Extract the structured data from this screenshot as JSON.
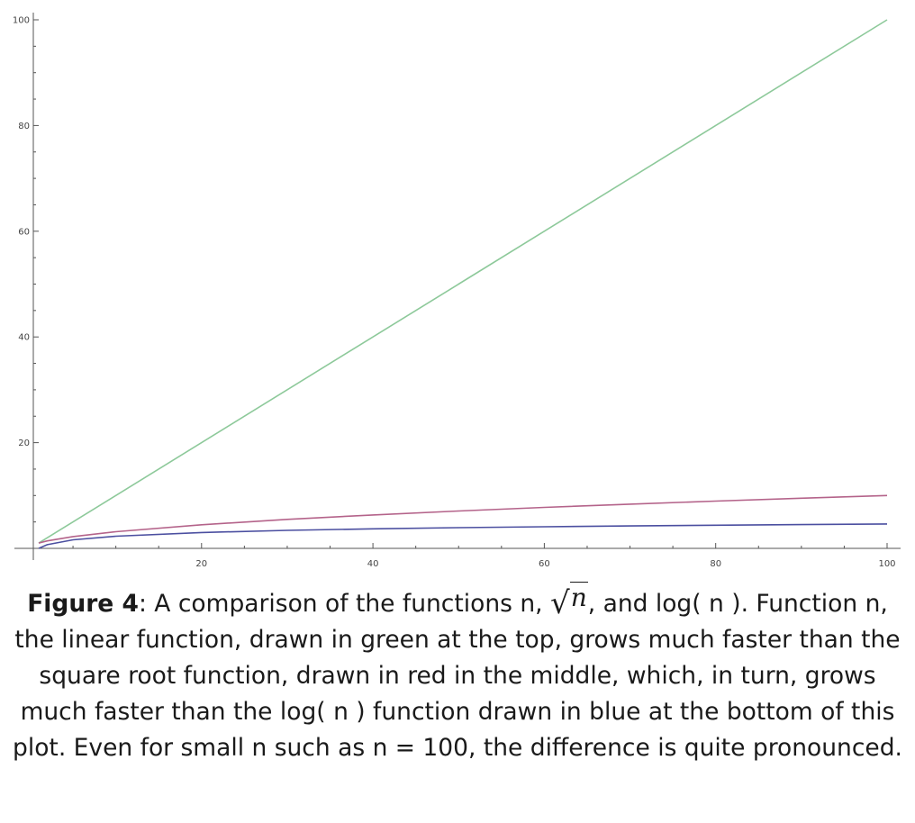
{
  "chart_data": {
    "type": "line",
    "xlim": [
      1,
      100
    ],
    "ylim": [
      0,
      100
    ],
    "x_ticks": [
      20,
      40,
      60,
      80,
      100
    ],
    "y_ticks": [
      20,
      40,
      60,
      80,
      100
    ],
    "grid": false,
    "series": [
      {
        "function": "n",
        "color": "#8dc99a",
        "x": [
          1,
          100
        ],
        "y": [
          1,
          100
        ]
      },
      {
        "function": "sqrt(n)",
        "color": "#b4638a",
        "x": [
          1,
          2,
          5,
          10,
          20,
          30,
          40,
          50,
          60,
          70,
          80,
          90,
          100
        ],
        "y": [
          1,
          1.41,
          2.24,
          3.16,
          4.47,
          5.48,
          6.32,
          7.07,
          7.75,
          8.37,
          8.94,
          9.49,
          10
        ]
      },
      {
        "function": "log(n)",
        "color": "#4b4fa0",
        "x": [
          1,
          2,
          5,
          10,
          20,
          30,
          40,
          50,
          60,
          70,
          80,
          90,
          100
        ],
        "y": [
          0,
          0.69,
          1.61,
          2.3,
          3.0,
          3.4,
          3.69,
          3.91,
          4.09,
          4.25,
          4.38,
          4.5,
          4.61
        ]
      }
    ]
  },
  "caption": {
    "label": "Figure 4",
    "sep": ":",
    "part1": " A comparison of the functions n, ",
    "sqrt_symbol": "√",
    "sqrt_var": "n",
    "part2": ", and log( n ). Function n, the linear function, drawn in green at the top, grows much faster than the square root function, drawn in red in the middle, which, in turn, grows much faster than the log( n ) function drawn in blue at the bottom of this plot. Even for small n such as n = 100, the difference is quite pronounced."
  }
}
